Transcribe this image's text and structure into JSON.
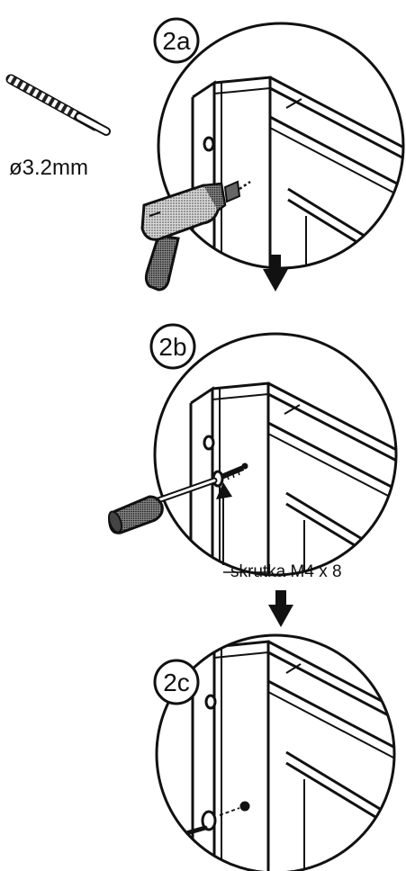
{
  "steps": [
    {
      "id": "2a",
      "label": "2a",
      "tool": "drill"
    },
    {
      "id": "2b",
      "label": "2b",
      "tool": "screwdriver"
    },
    {
      "id": "2c",
      "label": "2c",
      "tool": "none"
    }
  ],
  "drill_bit": {
    "label": "ø3.2mm"
  },
  "screw_callout": {
    "label": "skrutka M4 x 8"
  },
  "colors": {
    "ink": "#111111",
    "paper": "#ffffff",
    "tone": "#6a6a6a"
  },
  "icons": [
    "drill-bit-icon",
    "power-drill-icon",
    "screwdriver-icon",
    "screw-icon",
    "arrow-down-icon"
  ]
}
